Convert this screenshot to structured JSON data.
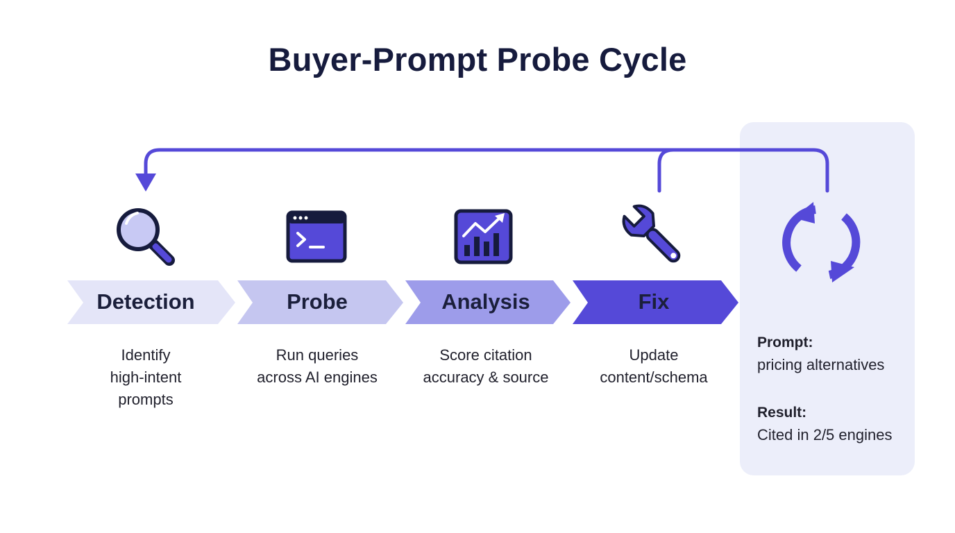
{
  "title": "Buyer-Prompt Probe Cycle",
  "steps": [
    {
      "label": "Detection",
      "description": [
        "Identify",
        "high-intent",
        "prompts"
      ],
      "icon": "magnifier-icon",
      "fill": "#e4e5f8",
      "text_color": "#1b1f3b"
    },
    {
      "label": "Probe",
      "description": [
        "Run queries",
        "across AI engines"
      ],
      "icon": "terminal-window-icon",
      "fill": "#c5c6f0",
      "text_color": "#1b1f3b"
    },
    {
      "label": "Analysis",
      "description": [
        "Score citation",
        "accuracy & source"
      ],
      "icon": "line-chart-icon",
      "fill": "#9d9cea",
      "text_color": "#1b1f3b"
    },
    {
      "label": "Fix",
      "description": [
        "Update",
        "content/schema"
      ],
      "icon": "wrench-icon",
      "fill": "#5549d8",
      "text_color": "#1b1f3b"
    }
  ],
  "panel": {
    "icon": "refresh-cycle-icon",
    "prompt_label": "Prompt:",
    "prompt_value": "pricing alternatives",
    "result_label": "Result:",
    "result_value": "Cited in 2/5 engines"
  },
  "colors": {
    "accent": "#5549d8",
    "dark_navy": "#161b3d",
    "panel_bg": "#eceefa",
    "icon_light": "#c8c9f4"
  }
}
